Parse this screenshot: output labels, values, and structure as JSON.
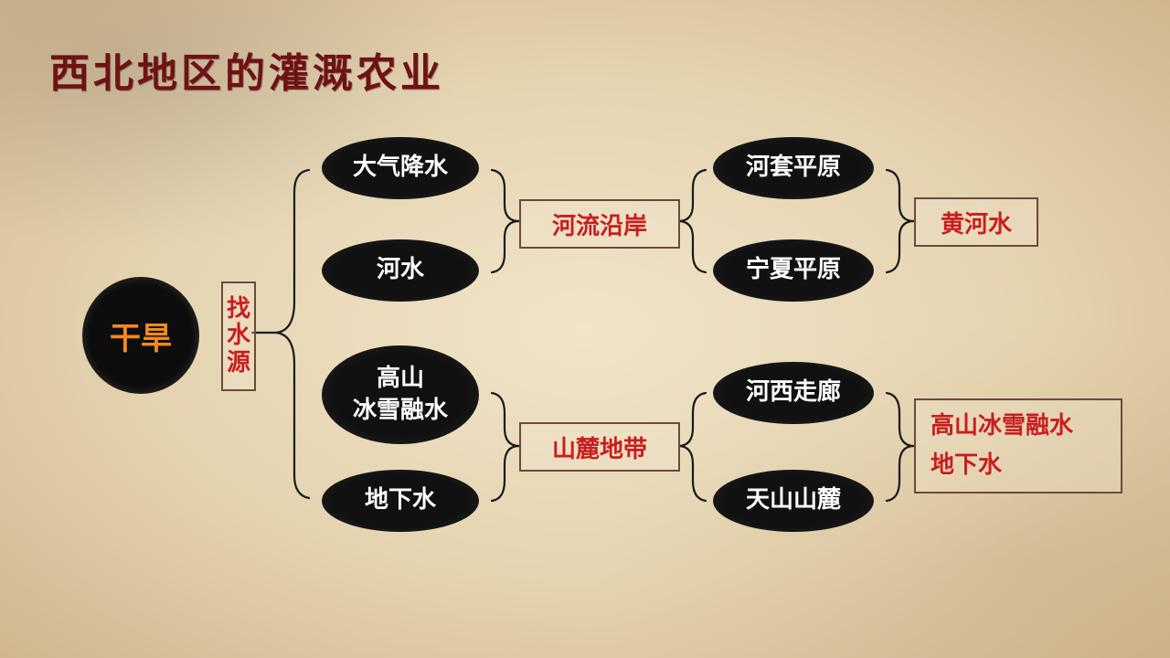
{
  "title": "西北地区的灌溉农业",
  "root": "干旱",
  "action": [
    "找",
    "水",
    "源"
  ],
  "sources": [
    "大气降水",
    "河水",
    "高山",
    "冰雪融水",
    "地下水"
  ],
  "zones": [
    "河流沿岸",
    "山麓地带"
  ],
  "regions": [
    "河套平原",
    "宁夏平原",
    "河西走廊",
    "天山山麓"
  ],
  "water_results": {
    "upper": "黄河水",
    "lower": [
      "高山冰雪融水",
      "地下水"
    ]
  },
  "colors": {
    "title": "#6e1216",
    "highlight": "#c81e1e",
    "root_text": "#f08a1e",
    "oval": "#111111"
  }
}
